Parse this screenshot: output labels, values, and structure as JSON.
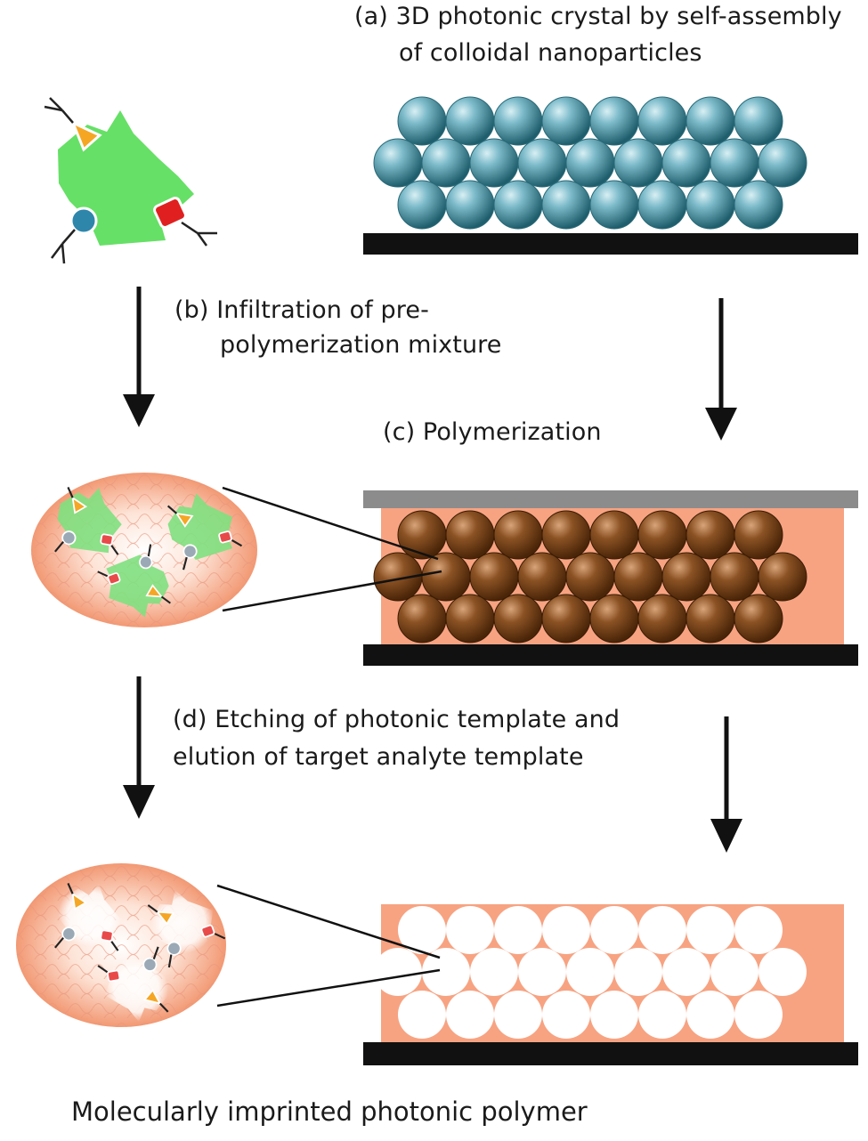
{
  "steps": {
    "a": {
      "line1": "(a)  3D photonic crystal by self-assembly",
      "line2": "of colloidal nanoparticles"
    },
    "b": {
      "line1": "(b) Infiltration of pre-",
      "line2": "polymerization mixture"
    },
    "c": {
      "line1": "(c) Polymerization"
    },
    "d": {
      "line1": "(d) Etching of photonic template and",
      "line2": "elution of target analyte template"
    }
  },
  "caption": "Molecularly imprinted photonic polymer",
  "colors": {
    "monomer_green": "#66e066",
    "functional_orange": "#f5a623",
    "functional_blue": "#2e86ab",
    "functional_red": "#e02020",
    "sphere_teal": "#3a8a9a",
    "sphere_brown": "#6b3a14",
    "polymer_salmon": "#f7a382",
    "substrate": "#111111",
    "cover_glass": "#8c8c8c"
  },
  "icons": {
    "molecule": "template-molecule-icon",
    "arrow": "down-arrow-icon",
    "zoom_circle": "polymer-zoom-circle-icon"
  }
}
